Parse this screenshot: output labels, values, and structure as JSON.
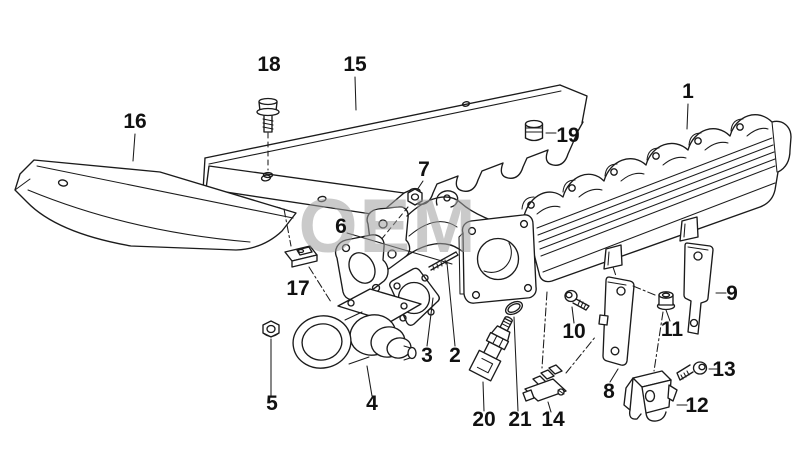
{
  "watermark": {
    "text": "OEM"
  },
  "colors": {
    "background": "#ffffff",
    "line_art": "#1b1b1b",
    "callout_text": "#111111",
    "watermark": "#9f9f9f"
  },
  "callouts": [
    {
      "label": "1"
    },
    {
      "label": "2"
    },
    {
      "label": "3"
    },
    {
      "label": "4"
    },
    {
      "label": "5"
    },
    {
      "label": "6"
    },
    {
      "label": "7"
    },
    {
      "label": "8"
    },
    {
      "label": "9"
    },
    {
      "label": "10"
    },
    {
      "label": "11"
    },
    {
      "label": "12"
    },
    {
      "label": "13"
    },
    {
      "label": "14"
    },
    {
      "label": "15"
    },
    {
      "label": "16"
    },
    {
      "label": "17"
    },
    {
      "label": "18"
    },
    {
      "label": "19"
    },
    {
      "label": "20"
    },
    {
      "label": "21"
    }
  ]
}
